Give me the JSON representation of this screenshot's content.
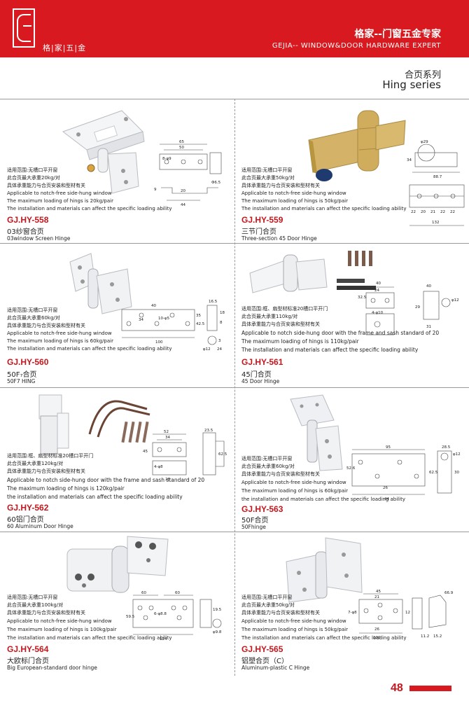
{
  "header": {
    "logo_text": "格|家|五|金",
    "brand_cn": "格家--门窗五金专家",
    "brand_en": "GEJIA-- WINDOW&DOOR HARDWARE EXPERT"
  },
  "series": {
    "title_cn": "合页系列",
    "title_en": "Hing series"
  },
  "products": [
    {
      "model": "GJ.HY-558",
      "name_cn": "03纱窗合页",
      "name_en": "03window Screen Hinge",
      "specs": [
        "适用范围:无槽口平开窗",
        "此合页最大承重20kg/对",
        "具体承重能力与合页安装和型材有关",
        "Applicable to notch-free side-hung window",
        "The maximum loading of hings is 20kg/pair",
        "The installation and materials can affect the specific loading ability"
      ],
      "dims": [
        "65",
        "50",
        "8-φ9",
        "9",
        "20",
        "44",
        "Φ6.5"
      ]
    },
    {
      "model": "GJ.HY-559",
      "name_cn": "三节门合页",
      "name_en": "Three-section 45 Door  Hinge",
      "specs": [
        "适用范围:无槽口平开窗",
        "此合页最大承重50kg/对",
        "具体承重能力与合页安装和型材有关",
        "Applicable to notch-free side-hung window",
        "The maximum loading of hings is 50kg/pair",
        "The installation and materials can affect the specific loading ability"
      ],
      "dims": [
        "φ29",
        "34",
        "88.7",
        "22",
        "20",
        "21",
        "22",
        "22",
        "132"
      ]
    },
    {
      "model": "GJ.HY-560",
      "name_cn": "50F₇合页",
      "name_en": "50F7 HING",
      "specs": [
        "适用范围:无槽口平开窗",
        "此合页最大承重60kg/对",
        "具体承重能力与合页安装和型材有关",
        "Applicable to notch-free side-hung window",
        "The maximum loading of hings is 60kg/pair",
        "The installation and materials can affect the specific loading ability"
      ],
      "dims": [
        "40",
        "34",
        "10-φ5",
        "35",
        "42.5",
        "100",
        "16.5",
        "18",
        "8",
        "φ12",
        "3",
        "24"
      ]
    },
    {
      "model": "GJ.HY-561",
      "name_cn": "45门合页",
      "name_en": "45 Door  Hinge",
      "specs": [
        "适用范围:框、扇型材标准20槽口平开门",
        "此合页最大承重110kg/对",
        "具体承重能力与合页安装和型材有关",
        "Applicable to notch side-hung door with the frame and sash standard of 20",
        "The maximum loading of hings is 110kg/pair",
        "The installation and materials can affect the specific loading ability"
      ],
      "dims": [
        "40",
        "24",
        "4-φ10",
        "32.5",
        "40",
        "29",
        "φ12",
        "31"
      ]
    },
    {
      "model": "GJ.HY-562",
      "name_cn": "60铝门合页",
      "name_en": "60 Aluminum Door Hinge",
      "specs": [
        "适用范围:框、扇型材标准20槽口平开门",
        "此合页最大承重120kg/对",
        "具体承重能力与合页安装和型材有关",
        "Applicable to notch side-hung door with the frame and sash standard of 20",
        "The maximum loading of hings is 120kg/pair",
        "the installation and materials can affect the specific loading ability"
      ],
      "dims": [
        "52",
        "34",
        "45",
        "4-φ8",
        "28",
        "23.5",
        "62.5"
      ]
    },
    {
      "model": "GJ.HY-563",
      "name_cn": "50F合页",
      "name_en": "50Fhinge",
      "specs": [
        "适用范围:无槽口平开窗",
        "此合页最大承重60kg/对",
        "具体承重能力与合页安装和型材有关",
        "Applicable to notch-free side-hung window",
        "The maximum loading of hings is 60kg/pair",
        "the installation and materials can affect the specific loading ability"
      ],
      "dims": [
        "95",
        "52.6",
        "44",
        "26",
        "28.5",
        "φ12",
        "62.5",
        "30"
      ]
    },
    {
      "model": "GJ.HY-564",
      "name_cn": "大欧标门合页",
      "name_en": "Big European-standard door  hinge",
      "specs": [
        "适用范围:无槽口平开窗",
        "此合页最大承重100kg/对",
        "具体承重能力与合页安装和型材有关",
        "Applicable to notch-free side-hung window",
        "The maximum loading of hings is 100kg/pair",
        "The installation and materials can affect the specific loading ability"
      ],
      "dims": [
        "60",
        "60",
        "6-φ8.8",
        "59.5",
        "124",
        "φ9.8",
        "19.5"
      ]
    },
    {
      "model": "GJ.HY-565",
      "name_cn": "铝塑合页（C）",
      "name_en": "Aluminum-plastic C Hinge",
      "specs": [
        "适用范围:无槽口平开窗",
        "此合页最大承重50kg/对",
        "具体承重能力与合页安装和型材有关",
        "Applicable to notch-free side-hung window",
        "The maximum loading of hings is 50kg/pair",
        "The installation and materials can affect the specific loading ability"
      ],
      "dims": [
        "45",
        "21",
        "7-φ8",
        "26",
        "100",
        "12",
        "66.9",
        "11.2",
        "15.2"
      ]
    }
  ],
  "page_number": "48",
  "colors": {
    "brand_red": "#d8191f",
    "model_red": "#c4161c",
    "gold": "#c9a352",
    "navy": "#1f3a6e"
  }
}
